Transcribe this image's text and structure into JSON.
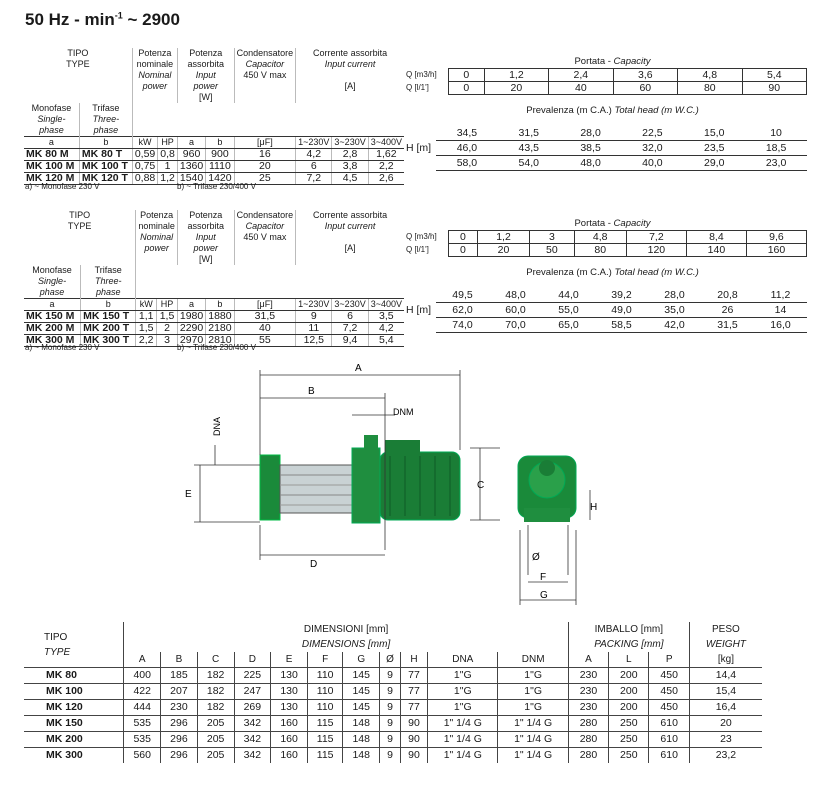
{
  "title": {
    "main": "50 Hz - min",
    "sup": "-1",
    "rpm": " ~ 2900"
  },
  "headers": {
    "tipo": "TIPO",
    "type": "TYPE",
    "potenza_nominale": "Potenza",
    "nominale": "nominale",
    "nominal_power_1": "Nominal",
    "nominal_power_2": "power",
    "potenza_assorbita": "Potenza",
    "assorbita": "assorbita",
    "input_power_1": "Input",
    "input_power_2": "power",
    "w": "[W]",
    "condensatore": "Condensatore",
    "capacitor": "Capacitor",
    "v450": "450 V max",
    "corrente": "Corrente assorbita",
    "input_current": "Input current",
    "a_unit": "[A]",
    "monofase": "Monofase",
    "single_phase": "Single-phase",
    "trifase": "Trifase",
    "three_phase": "Three-phase",
    "col_a": "a",
    "col_b": "b",
    "kw": "kW",
    "hp": "HP",
    "pa": "a",
    "pb": "b",
    "uf": "[μF]",
    "v1": "1~230V",
    "v2": "3~230V",
    "v3": "3~400V",
    "portata": "Portata - ",
    "capacity": "Capacity",
    "q_m3h": "Q [m3/h]",
    "q_l": "Q [l/1']",
    "prevalenza": "Prevalenza (m C.A.) ",
    "total_head": "Total head (m W.C.)",
    "h_m": "H [m]"
  },
  "table1": {
    "q_m3h": [
      "0",
      "1,2",
      "2,4",
      "3,6",
      "4,8",
      "5,4"
    ],
    "q_l": [
      "0",
      "20",
      "40",
      "60",
      "80",
      "90"
    ],
    "rows": [
      {
        "m": "MK 80 M",
        "t": "MK 80 T",
        "kw": "0,59",
        "hp": "0,8",
        "a": "960",
        "b": "900",
        "uf": "16",
        "c1": "4,2",
        "c2": "2,8",
        "c3": "1,62",
        "h": [
          "34,5",
          "31,5",
          "28,0",
          "22,5",
          "15,0",
          "10"
        ]
      },
      {
        "m": "MK 100 M",
        "t": "MK 100 T",
        "kw": "0,75",
        "hp": "1",
        "a": "1360",
        "b": "1110",
        "uf": "20",
        "c1": "6",
        "c2": "3,8",
        "c3": "2,2",
        "h": [
          "46,0",
          "43,5",
          "38,5",
          "32,0",
          "23,5",
          "18,5"
        ]
      },
      {
        "m": "MK 120 M",
        "t": "MK 120 T",
        "kw": "0,88",
        "hp": "1,2",
        "a": "1540",
        "b": "1420",
        "uf": "25",
        "c1": "7,2",
        "c2": "4,5",
        "c3": "2,6",
        "h": [
          "58,0",
          "54,0",
          "48,0",
          "40,0",
          "29,0",
          "23,0"
        ]
      }
    ]
  },
  "table2": {
    "q_m3h": [
      "0",
      "1,2",
      "3",
      "4,8",
      "7,2",
      "8,4",
      "9,6"
    ],
    "q_l": [
      "0",
      "20",
      "50",
      "80",
      "120",
      "140",
      "160"
    ],
    "rows": [
      {
        "m": "MK 150 M",
        "t": "MK 150 T",
        "kw": "1,1",
        "hp": "1,5",
        "a": "1980",
        "b": "1880",
        "uf": "31,5",
        "c1": "9",
        "c2": "6",
        "c3": "3,5",
        "h": [
          "49,5",
          "48,0",
          "44,0",
          "39,2",
          "28,0",
          "20,8",
          "11,2"
        ]
      },
      {
        "m": "MK 200 M",
        "t": "MK 200 T",
        "kw": "1,5",
        "hp": "2",
        "a": "2290",
        "b": "2180",
        "uf": "40",
        "c1": "11",
        "c2": "7,2",
        "c3": "4,2",
        "h": [
          "62,0",
          "60,0",
          "55,0",
          "49,0",
          "35,0",
          "26",
          "14"
        ]
      },
      {
        "m": "MK 300 M",
        "t": "MK 300 T",
        "kw": "2,2",
        "hp": "3",
        "a": "2970",
        "b": "2810",
        "uf": "55",
        "c1": "12,5",
        "c2": "9,4",
        "c3": "5,4",
        "h": [
          "74,0",
          "70,0",
          "65,0",
          "58,5",
          "42,0",
          "31,5",
          "16,0"
        ]
      }
    ]
  },
  "notes": {
    "a": "a) ~ Monofase 230 V",
    "b": "b) ~ Trifase 230/400 V"
  },
  "diagram_labels": {
    "A": "A",
    "B": "B",
    "C": "C",
    "D": "D",
    "E": "E",
    "F": "F",
    "G": "G",
    "H": "H",
    "DNA": "DNA",
    "DNM": "DNM",
    "O": "Ø"
  },
  "dims": {
    "tipo": "TIPO",
    "type": "TYPE",
    "dimensioni": "DIMENSIONI [mm]",
    "dimensions": "DIMENSIONS [mm]",
    "imballo": "IMBALLO [mm]",
    "packing": "PACKING [mm]",
    "peso": "PESO",
    "weight": "WEIGHT",
    "cols": [
      "A",
      "B",
      "C",
      "D",
      "E",
      "F",
      "G",
      "Ø",
      "H",
      "DNA",
      "DNM",
      "A",
      "L",
      "P",
      "[kg]"
    ],
    "rows": [
      {
        "tipo": "MK 80",
        "v": [
          "400",
          "185",
          "182",
          "225",
          "130",
          "110",
          "145",
          "9",
          "77",
          "1\"G",
          "1\"G",
          "230",
          "200",
          "450",
          "14,4"
        ]
      },
      {
        "tipo": "MK 100",
        "v": [
          "422",
          "207",
          "182",
          "247",
          "130",
          "110",
          "145",
          "9",
          "77",
          "1\"G",
          "1\"G",
          "230",
          "200",
          "450",
          "15,4"
        ]
      },
      {
        "tipo": "MK 120",
        "v": [
          "444",
          "230",
          "182",
          "269",
          "130",
          "110",
          "145",
          "9",
          "77",
          "1\"G",
          "1\"G",
          "230",
          "200",
          "450",
          "16,4"
        ]
      },
      {
        "tipo": "MK 150",
        "v": [
          "535",
          "296",
          "205",
          "342",
          "160",
          "115",
          "148",
          "9",
          "90",
          "1\" 1/4 G",
          "1\" 1/4 G",
          "280",
          "250",
          "610",
          "20"
        ]
      },
      {
        "tipo": "MK 200",
        "v": [
          "535",
          "296",
          "205",
          "342",
          "160",
          "115",
          "148",
          "9",
          "90",
          "1\" 1/4 G",
          "1\" 1/4 G",
          "280",
          "250",
          "610",
          "23"
        ]
      },
      {
        "tipo": "MK 300",
        "v": [
          "560",
          "296",
          "205",
          "342",
          "160",
          "115",
          "148",
          "9",
          "90",
          "1\" 1/4 G",
          "1\" 1/4 G",
          "280",
          "250",
          "610",
          "23,2"
        ]
      }
    ]
  }
}
